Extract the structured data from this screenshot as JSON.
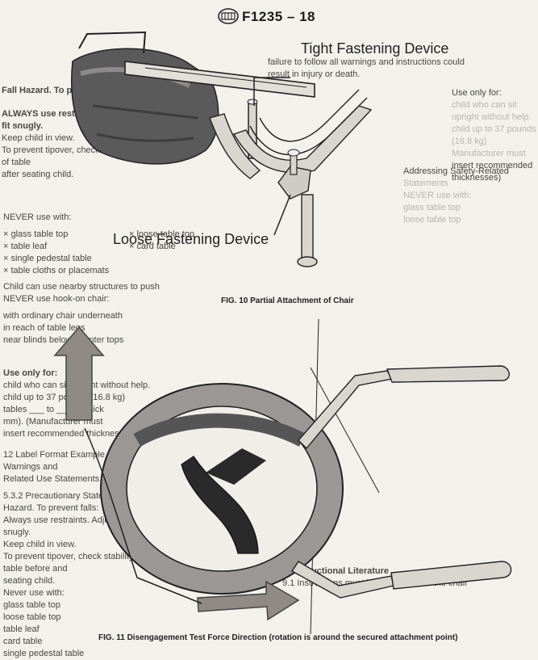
{
  "header": {
    "doc_id": "F1235 – 18"
  },
  "figure10": {
    "callout_tight": "Tight Fastening Device",
    "callout_loose": "Loose Fastening Device",
    "caption": "FIG. 10 Partial Attachment of Chair"
  },
  "figure11": {
    "caption": "FIG. 11 Disengagement Test Force Direction (rotation is around the secured attachment point)"
  },
  "background_text": {
    "right_col_lines": [
      "failure to follow all warnings and instructions could",
      "result in injury or death.",
      "Fall Hazard. To prevent falls:",
      "ALWAYS use restraint. Adjust to fit snugly.",
      "Keep child in view.",
      "To prevent tipover, check stability of table",
      "after seating child.",
      "NEVER use with:",
      "glass table top",
      "table leaf",
      "single pedestal table",
      "table cloths or placemats",
      "loose table top",
      "card table",
      "Child can use nearby structures to push",
      "NEVER use hook-on chair:",
      "with ordinary chair underneath",
      "in reach of table legs",
      "near blinds below counter tops",
      "Use only for:",
      "child who can sit upright without help.",
      "child up to 37 pounds (16.8 kg)",
      "tables ___ to ___ in. thick",
      "mm). (Manufacturer must",
      "insert recommended thicknesses)"
    ],
    "left_col_lines": [
      "Use only for:",
      "child who can sit upright without help.",
      "child up to 37 pounds (16.8 kg)",
      "Manufacturer must",
      "insert recommended thicknesses)",
      "Addressing Safety-Related",
      "Statements",
      "NEVER use with:",
      "glass table top",
      "loose table top"
    ],
    "bottom_lines": [
      "12 Label Format Example Addressing Warnings and",
      "Related Use Statements",
      "5.3.2 Precautionary Statements:",
      "Hazard. To prevent falls:",
      "Always use restraints. Adjust to fit snugly.",
      "Keep child in view.",
      "To prevent tipover, check stability of table before and",
      "seating child.",
      "Never use with:",
      "glass table top",
      "loose table top",
      "table leaf",
      "card table",
      "single pedestal table",
      "8. Instructional Literature",
      "9.1 Instructions must be provided with the chair"
    ]
  },
  "colors": {
    "arrow_fill": "#8f8a85",
    "arrow_stroke": "#444444",
    "seat_fabric": "#5b5a5a",
    "metal": "#d9d6d0",
    "ghost_text": "#b9b5ad"
  },
  "icons": {
    "logo": "astm-logo"
  }
}
